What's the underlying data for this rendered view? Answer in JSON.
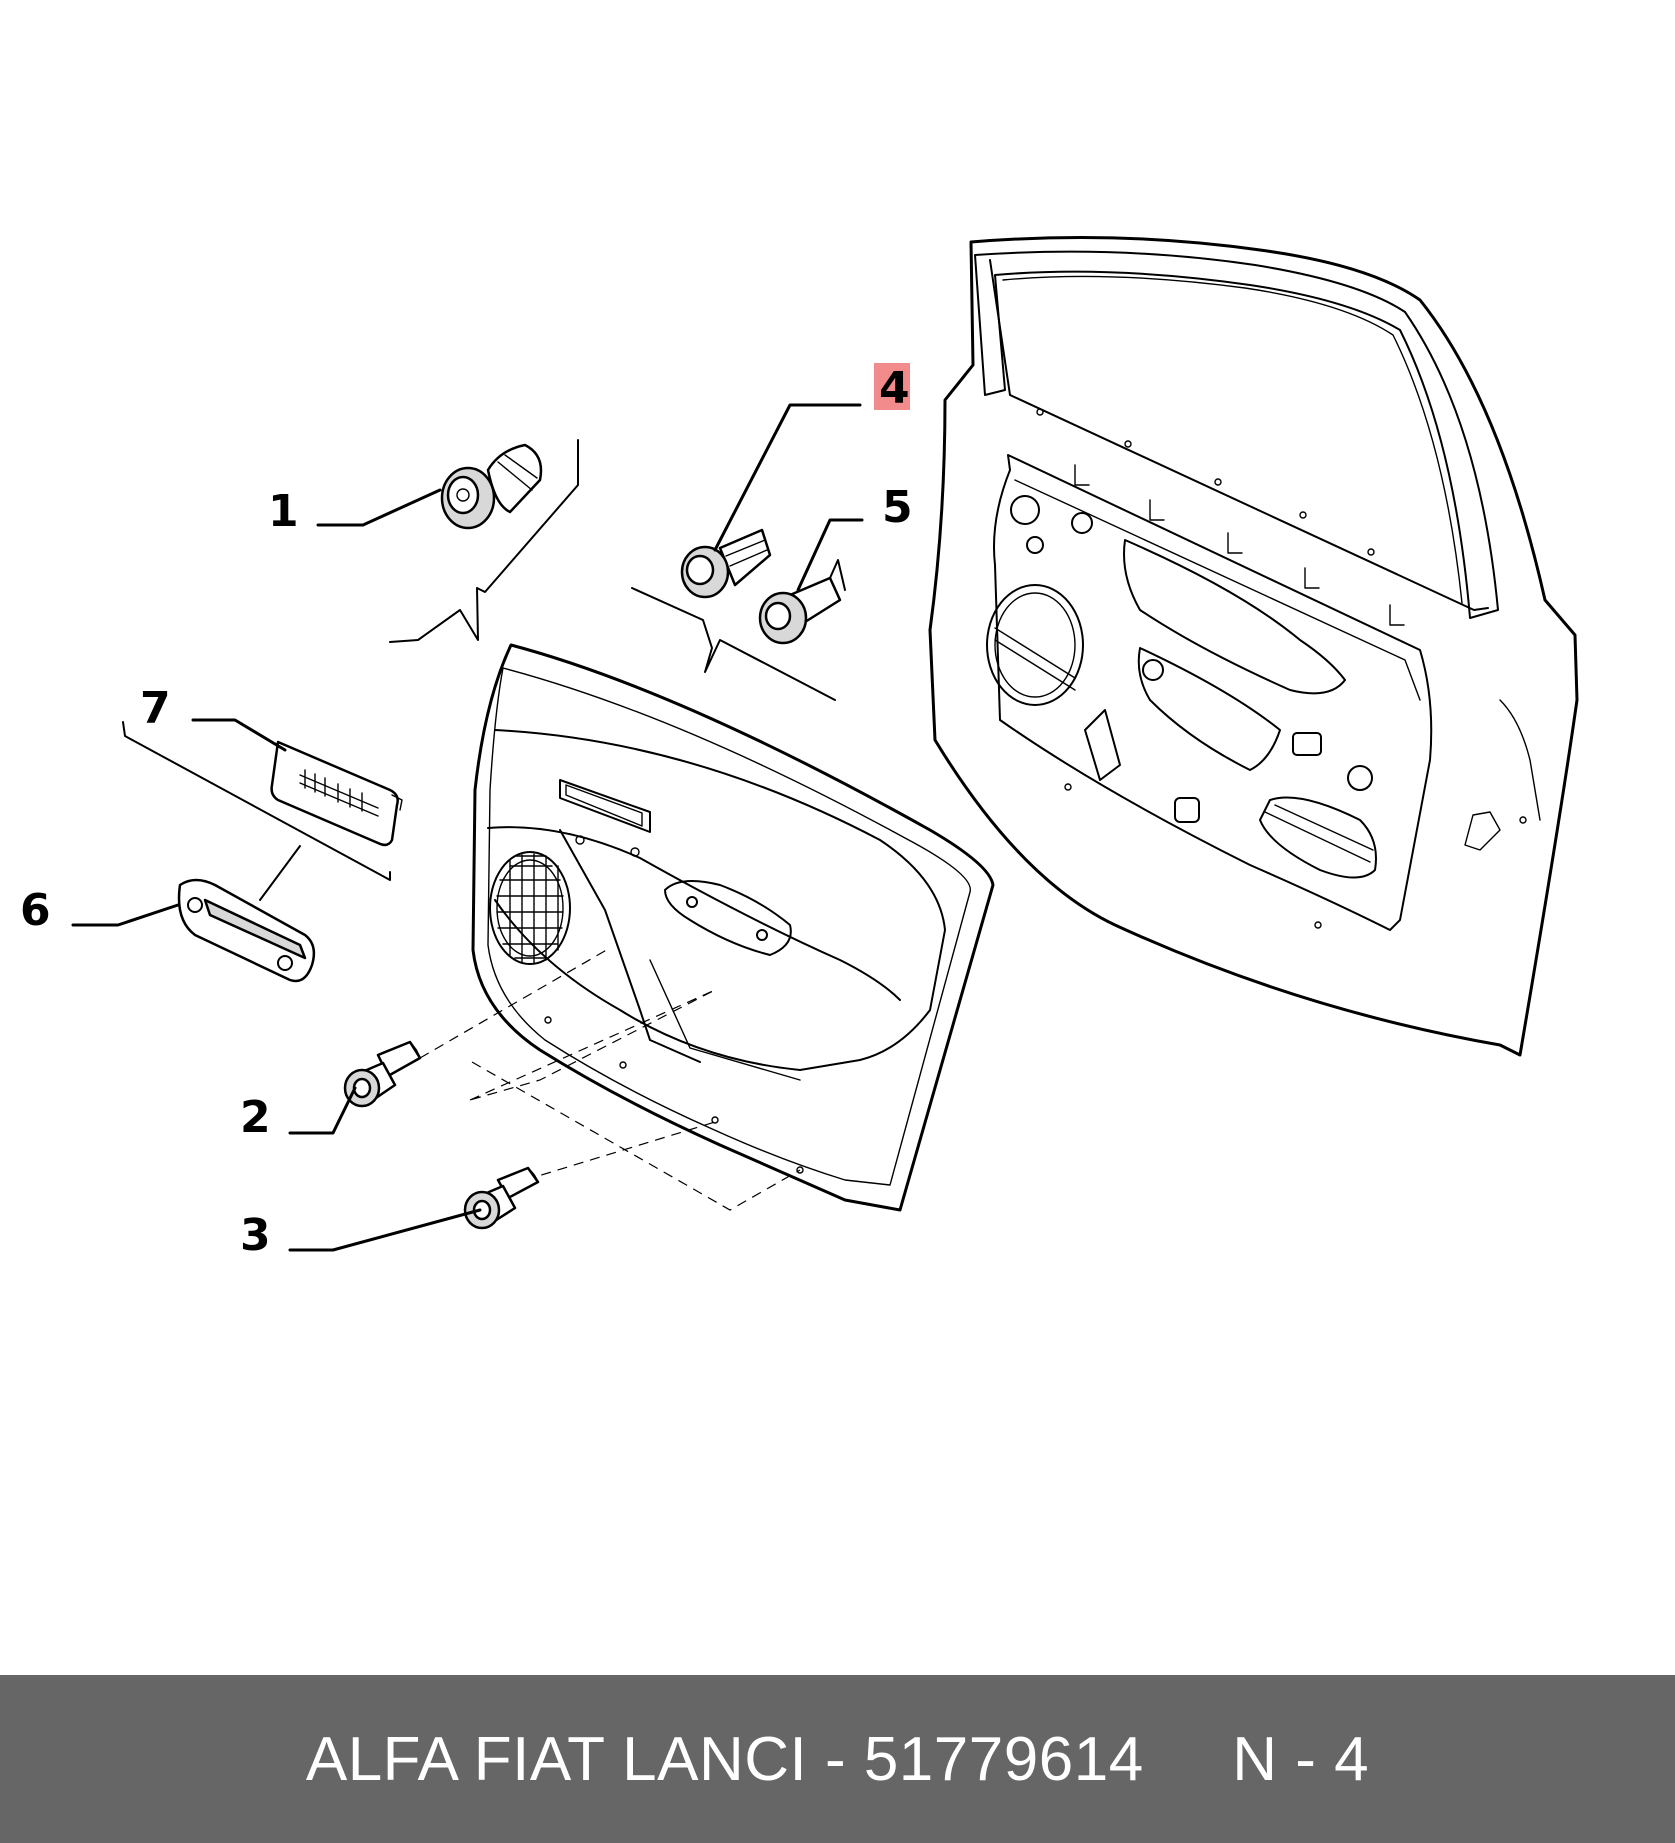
{
  "callouts": [
    "1",
    "2",
    "3",
    "4",
    "5",
    "6",
    "7"
  ],
  "highlighted_callout": "4",
  "highlight_color": "#f28b8b",
  "footer": {
    "background": "#666666",
    "text": "ALFA FIAT LANCI - 51779614     N - 4"
  }
}
